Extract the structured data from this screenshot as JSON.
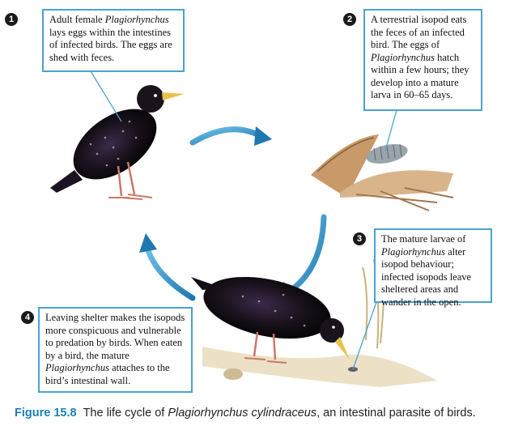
{
  "steps": [
    {
      "num": "1",
      "pre": "Adult female ",
      "em": "Plagiorhynchus",
      "post": " lays eggs within the intestines of infected birds. The eggs are shed with feces."
    },
    {
      "num": "2",
      "pre": "A terrestrial isopod eats the feces of an infected bird. The eggs of ",
      "em": "Plagiorhynchus",
      "post": " hatch within a few hours; they develop into a mature larva in 60–65 days."
    },
    {
      "num": "3",
      "pre": "The mature larvae of ",
      "em": "Plagiorhynchus",
      "post": " alter isopod behaviour; infected isopods leave sheltered areas and wander in the open."
    },
    {
      "num": "4",
      "pre": "Leaving shelter makes the isopods more conspicuous and vulnerable to predation by birds. When eaten by a bird, the mature ",
      "em": "Plagiorhynchus",
      "post": " attaches to the bird’s intestinal wall."
    }
  ],
  "caption": {
    "fig_label": "Figure 15.8",
    "pre": "The life cycle of ",
    "em": "Plagiorhynchus cylindraceus",
    "post": ", an intestinal parasite of birds."
  },
  "colors": {
    "accent": "#4aa3cf",
    "arrow": "#2f8fc4",
    "figure_label": "#1a7fb8"
  }
}
